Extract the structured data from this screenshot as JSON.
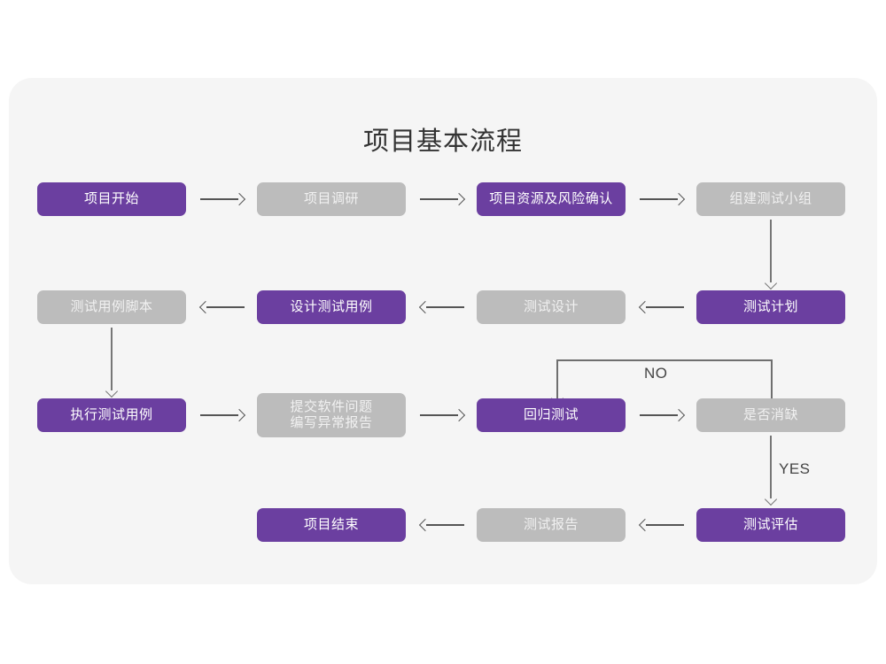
{
  "title": "项目基本流程",
  "colors": {
    "accent_purple": "#6b3fa0",
    "neutral_gray": "#bcbcbc",
    "canvas_background": "#f5f5f5",
    "page_background": "#ffffff",
    "connector": "#555555",
    "title_text": "#333333"
  },
  "nodes": {
    "project_start": {
      "label": "项目开始",
      "style": "purple"
    },
    "project_research": {
      "label": "项目调研",
      "style": "gray"
    },
    "resource_risk_confirm": {
      "label": "项目资源及风险确认",
      "style": "purple"
    },
    "form_test_team": {
      "label": "组建测试小组",
      "style": "gray"
    },
    "test_plan": {
      "label": "测试计划",
      "style": "purple"
    },
    "test_design": {
      "label": "测试设计",
      "style": "gray"
    },
    "design_test_cases": {
      "label": "设计测试用例",
      "style": "purple"
    },
    "test_case_scripts": {
      "label": "测试用例脚本",
      "style": "gray"
    },
    "execute_test_cases": {
      "label": "执行测试用例",
      "style": "purple"
    },
    "submit_issue_report": {
      "label_line1": "提交软件问题",
      "label_line2": "编写异常报告",
      "style": "gray"
    },
    "regression_test": {
      "label": "回归测试",
      "style": "purple"
    },
    "defect_resolved": {
      "label": "是否消缺",
      "style": "gray"
    },
    "test_evaluation": {
      "label": "测试评估",
      "style": "purple"
    },
    "test_report": {
      "label": "测试报告",
      "style": "gray"
    },
    "project_end": {
      "label": "项目结束",
      "style": "purple"
    }
  },
  "edge_labels": {
    "no": "NO",
    "yes": "YES"
  },
  "chart_data": {
    "type": "diagram",
    "title": "项目基本流程",
    "flow_rows": [
      [
        "项目开始",
        "项目调研",
        "项目资源及风险确认",
        "组建测试小组"
      ],
      [
        "测试用例脚本",
        "设计测试用例",
        "测试设计",
        "测试计划"
      ],
      [
        "执行测试用例",
        "提交软件问题 编写异常报告",
        "回归测试",
        "是否消缺"
      ],
      [
        "",
        "项目结束",
        "测试报告",
        "测试评估"
      ]
    ],
    "edges": [
      {
        "from": "项目开始",
        "to": "项目调研",
        "direction": "right"
      },
      {
        "from": "项目调研",
        "to": "项目资源及风险确认",
        "direction": "right"
      },
      {
        "from": "项目资源及风险确认",
        "to": "组建测试小组",
        "direction": "right"
      },
      {
        "from": "组建测试小组",
        "to": "测试计划",
        "direction": "down"
      },
      {
        "from": "测试计划",
        "to": "测试设计",
        "direction": "left"
      },
      {
        "from": "测试设计",
        "to": "设计测试用例",
        "direction": "left"
      },
      {
        "from": "设计测试用例",
        "to": "测试用例脚本",
        "direction": "left"
      },
      {
        "from": "测试用例脚本",
        "to": "执行测试用例",
        "direction": "down"
      },
      {
        "from": "执行测试用例",
        "to": "提交软件问题 编写异常报告",
        "direction": "right"
      },
      {
        "from": "提交软件问题 编写异常报告",
        "to": "回归测试",
        "direction": "right"
      },
      {
        "from": "回归测试",
        "to": "是否消缺",
        "direction": "right"
      },
      {
        "from": "是否消缺",
        "to": "回归测试",
        "direction": "loop-up-left",
        "label": "NO"
      },
      {
        "from": "是否消缺",
        "to": "测试评估",
        "direction": "down",
        "label": "YES"
      },
      {
        "from": "测试评估",
        "to": "测试报告",
        "direction": "left"
      },
      {
        "from": "测试报告",
        "to": "项目结束",
        "direction": "left"
      }
    ]
  }
}
